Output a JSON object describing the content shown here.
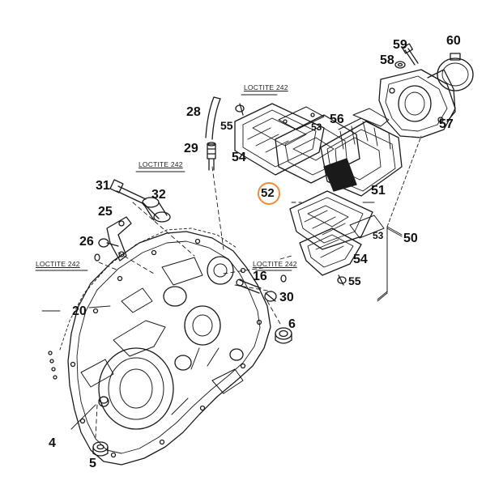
{
  "callouts": {
    "c59": "59",
    "c60": "60",
    "c58": "58",
    "c57": "57",
    "c28": "28",
    "c55a": "55",
    "c56": "56",
    "c53a": "53",
    "c29": "29",
    "c54a": "54",
    "c51": "51",
    "c52": "52",
    "c31": "31",
    "c32": "32",
    "c25": "25",
    "c26": "26",
    "c53b": "53",
    "c50": "50",
    "c54b": "54",
    "c55b": "55",
    "c16": "16",
    "c30": "30",
    "c20": "20",
    "c6": "6",
    "c4": "4",
    "c5": "5"
  },
  "notes": {
    "loctite_top": "LOCTITE 242",
    "loctite_31": "LOCTITE 242",
    "loctite_left": "LOCTITE 242",
    "loctite_mid": "LOCTITE 242"
  },
  "highlight": {
    "part": "52",
    "color": "#f08a3c"
  }
}
